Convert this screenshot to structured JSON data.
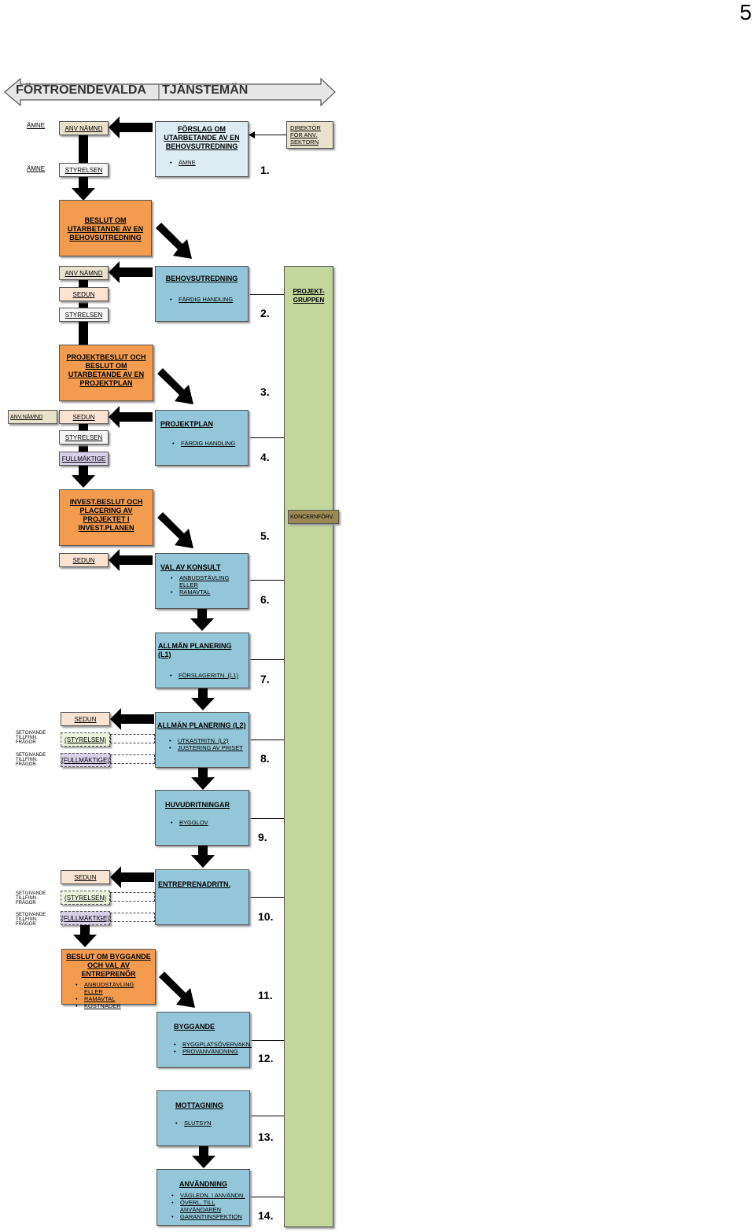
{
  "page_number": "5",
  "header": {
    "left": "FÖRTROENDEVALDA",
    "right": "TJÄNSTEMÄN"
  },
  "steps": [
    "1.",
    "2.",
    "3.",
    "4.",
    "5.",
    "6.",
    "7.",
    "8.",
    "9.",
    "10.",
    "11.",
    "12.",
    "13.",
    "14."
  ],
  "side": {
    "amne1": "ÄMNE",
    "amne2": "ÄMNE",
    "anv_namnd_left": "ANV.NÄMND",
    "setgivande_1a": "SETGIVANDE TILLFINN. FRÅGOR",
    "setgivande_1b": "SETGIVANDE TILLFINN. FRÅGOR",
    "setgivande_2a": "SETGIVANDE TILLFINN. FRÅGOR",
    "setgivande_2b": "SETGIVANDE TILLFINN. FRÅGOR"
  },
  "left_boxes": {
    "anv_namnd_1": "ANV NÄMND",
    "styrelsen_1": "STYRELSEN",
    "anv_namnd_2": "ANV NÄMND",
    "sedun_2": "SEDUN",
    "styrelsen_2": "STYRELSEN",
    "sedun_3": "SEDUN",
    "styrelsen_3": "STYRELSEN",
    "fullmaktige_3": "FULLMÄKTIGE",
    "sedun_4": "SEDUN",
    "sedun_5": "SEDUN",
    "styrelsen_5": "(STYRELSEN)",
    "fullmaktige_5": "(FULLMÄKTIGE)",
    "sedun_6": "SEDUN",
    "styrelsen_6": "(STYRELSEN)",
    "fullmaktige_6": "(FULLMÄKTIGE)"
  },
  "decisions": {
    "d1": "BESLUT OM UTARBETANDE AV EN BEHOVSUTREDNING",
    "d2": "PROJEKTBESLUT OCH BESLUT OM UTARBETANDE AV EN PROJEKTPLAN",
    "d3": "INVEST.BESLUT OCH PLACERING AV PROJEKTET I INVEST.PLANEN",
    "d4_title": "BESLUT OM BYGGANDE OCH VAL AV ENTREPRENÖR",
    "d4_items": [
      "ANBUDSTÄVLING ELLER",
      "RAMAVTAL",
      "KOSTNADER"
    ]
  },
  "process": {
    "p1_title": "FÖRSLAG OM UTARBETANDE AV EN BEHOVSUTREDNING",
    "p1_items": [
      "ÄMNE"
    ],
    "p2_title": "BEHOVSUTREDNING",
    "p2_items": [
      "FÄRDIG HANDLING"
    ],
    "p4_title": "PROJEKTPLAN",
    "p4_items": [
      "FÄRDIG HANDLING"
    ],
    "p6_title": "VAL AV KONSULT",
    "p6_items": [
      "ANBUDSTÄVLING ELLER",
      "RAMAVTAL"
    ],
    "p7_title": "ALLMÄN PLANERING (L1)",
    "p7_items": [
      "FÖRSLAGERITN. (L1)"
    ],
    "p8_title": "ALLMÄN PLANERING (L2)",
    "p8_items": [
      "UTKASTRITN. (L2)",
      "JUSTERING AV PRISET"
    ],
    "p9_title": "HUVUDRITNINGAR",
    "p9_items": [
      "BYGGLOV"
    ],
    "p10_title": "ENTREPRENADRITN.",
    "p12_title": "BYGGANDE",
    "p12_items": [
      "BYGGPLATSÖVERVAKN.",
      "PROVANVÄNDNING"
    ],
    "p13_title": "MOTTAGNING",
    "p13_items": [
      "SLUTSYN"
    ],
    "p14_title": "ANVÄNDNING",
    "p14_items": [
      "VÄGLEDN. I ANVÄNDN.",
      "ÖVERL. TILL ANVÄNDAREN",
      "GARANTIINSPEKTION"
    ]
  },
  "right": {
    "direktor": "DIREKTÖR FÖR ANV. SEKTORN",
    "projektgruppen": "PROJEKT-GRUPPEN",
    "koncernforv": "KONCERNFÖRV."
  },
  "colors": {
    "process_blue": "#93c6d8",
    "decision_orange": "#f39b4f",
    "projektgruppen_green": "#c3d69b",
    "koncern_olive": "#9c8a54"
  }
}
